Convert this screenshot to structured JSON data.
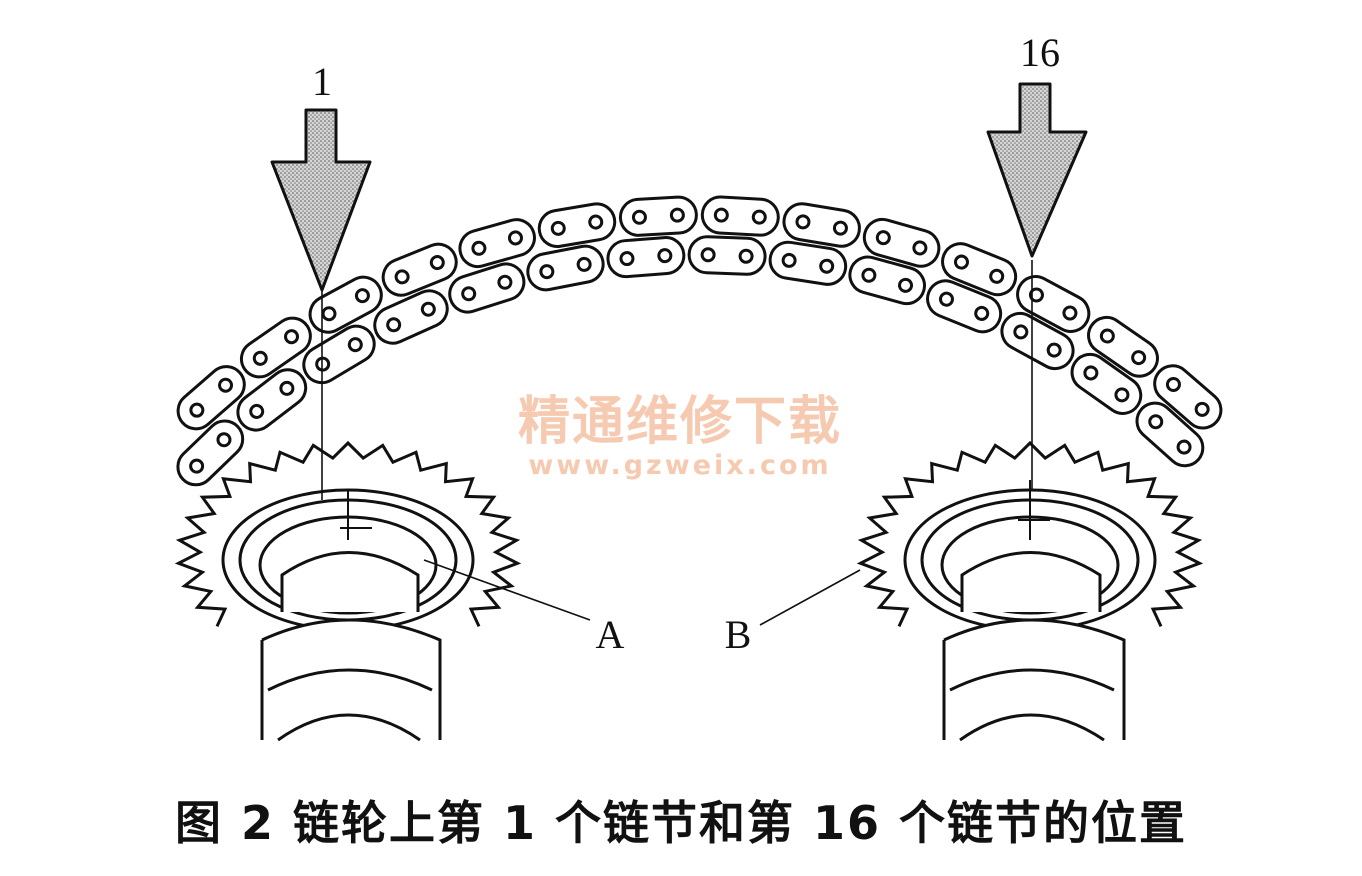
{
  "figure": {
    "caption": "图 2   链轮上第 1 个链节和第 16 个链节的位置",
    "callouts": {
      "link_left": "1",
      "link_right": "16",
      "sprocket_left": "A",
      "sprocket_right": "B"
    }
  },
  "watermark": {
    "text": "精通维修下载",
    "url": "www.gzweix.com",
    "color": "#f0a070"
  },
  "colors": {
    "line": "#111111",
    "arrow_fill": "#bdbdbd"
  }
}
